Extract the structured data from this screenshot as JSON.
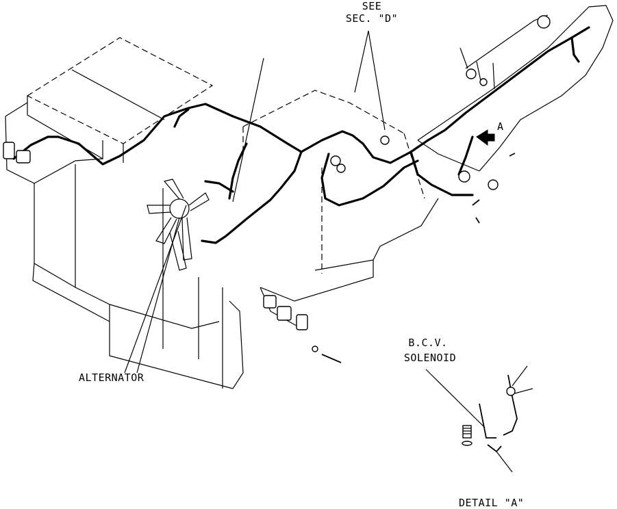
{
  "labels": {
    "see_line1": "SEE",
    "see_line2": "SEC. \"D\"",
    "arrow_a": "A",
    "alternator": "ALTERNATOR",
    "bcv_line1": "B.C.V.",
    "bcv_line2": "SOLENOID",
    "detail": "DETAIL \"A\""
  }
}
